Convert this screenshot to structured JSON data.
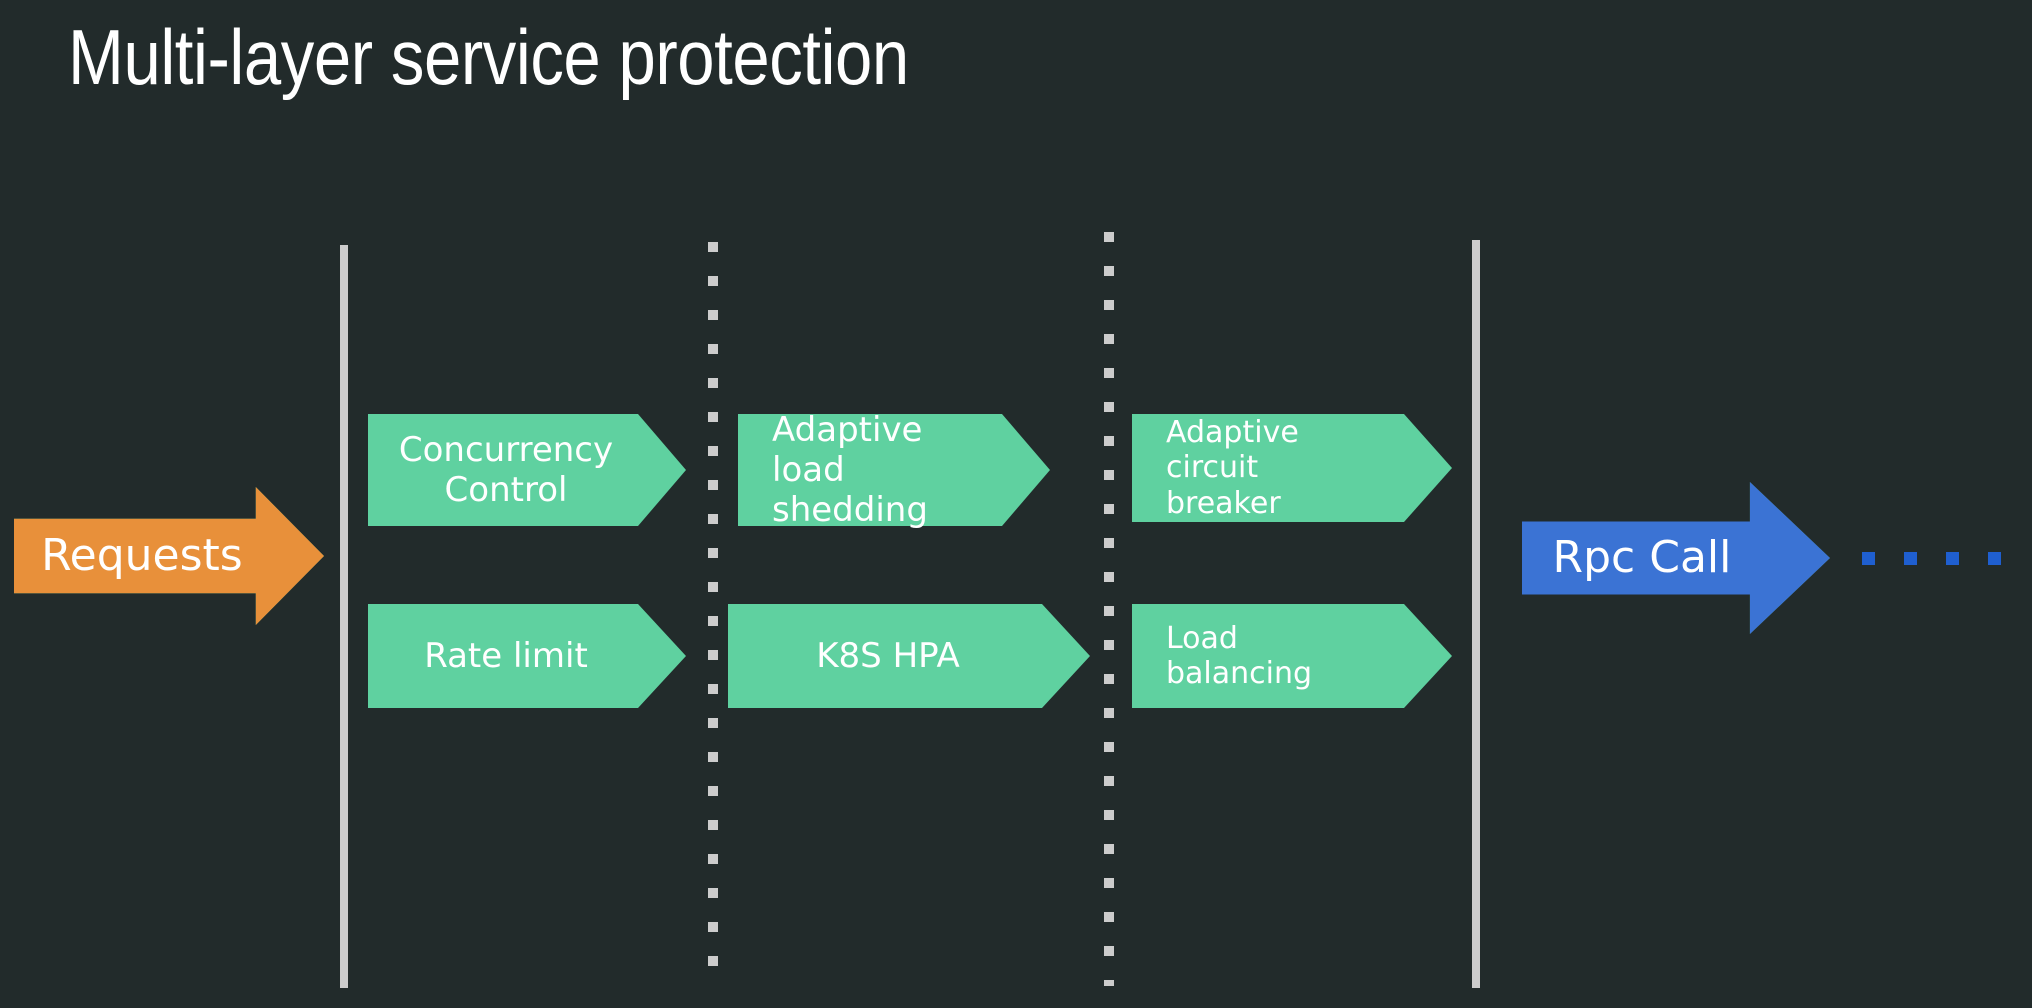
{
  "title": "Multi-layer service protection",
  "colors": {
    "background": "#222b2b",
    "stage_green": "#5fd1a0",
    "request_orange": "#e8903a",
    "request_outline_green": "#4bb789",
    "rpc_blue": "#3b73d4",
    "rpc_outline_green": "#53a06e",
    "boundary_gray": "#cccccc",
    "dotted_gray": "#cccccc",
    "trailing_dot_blue": "#1f5fd0",
    "text_white": "#ffffff"
  },
  "entry": {
    "label": "Requests"
  },
  "exit": {
    "label": "Rpc Call",
    "trailing_dot_count": 4
  },
  "boundaries": [
    {
      "name": "left-boundary",
      "style": "solid"
    },
    {
      "name": "right-boundary",
      "style": "solid"
    }
  ],
  "separators": [
    {
      "name": "separator-1",
      "style": "dotted"
    },
    {
      "name": "separator-2",
      "style": "dotted"
    }
  ],
  "stages": [
    {
      "column": 1,
      "top": "Concurrency\nControl",
      "top_align": "center",
      "bottom": "Rate limit",
      "bottom_align": "center"
    },
    {
      "column": 2,
      "top": "Adaptive load\nshedding",
      "top_align": "left",
      "bottom": "K8S HPA",
      "bottom_align": "center"
    },
    {
      "column": 3,
      "top": "Adaptive circuit\nbreaker",
      "top_align": "left",
      "bottom": "Load balancing",
      "bottom_align": "left"
    }
  ],
  "chart_data": {
    "type": "diagram",
    "title": "Multi-layer service protection",
    "layout": "left-to-right pipeline with three protection layers",
    "nodes": [
      {
        "id": "requests",
        "label": "Requests",
        "shape": "arrow",
        "color": "#e8903a",
        "layer": "input"
      },
      {
        "id": "concurrency-control",
        "label": "Concurrency Control",
        "shape": "chevron",
        "color": "#5fd1a0",
        "layer": 1,
        "row": "top"
      },
      {
        "id": "rate-limit",
        "label": "Rate limit",
        "shape": "chevron",
        "color": "#5fd1a0",
        "layer": 1,
        "row": "bottom"
      },
      {
        "id": "adaptive-load-shedding",
        "label": "Adaptive load shedding",
        "shape": "chevron",
        "color": "#5fd1a0",
        "layer": 2,
        "row": "top"
      },
      {
        "id": "k8s-hpa",
        "label": "K8S HPA",
        "shape": "chevron",
        "color": "#5fd1a0",
        "layer": 2,
        "row": "bottom"
      },
      {
        "id": "adaptive-circuit-breaker",
        "label": "Adaptive circuit breaker",
        "shape": "chevron",
        "color": "#5fd1a0",
        "layer": 3,
        "row": "top"
      },
      {
        "id": "load-balancing",
        "label": "Load balancing",
        "shape": "chevron",
        "color": "#5fd1a0",
        "layer": 3,
        "row": "bottom"
      },
      {
        "id": "rpc-call",
        "label": "Rpc Call",
        "shape": "arrow",
        "color": "#3b73d4",
        "layer": "output"
      }
    ],
    "dividers": [
      {
        "after_layer": 0,
        "style": "solid"
      },
      {
        "after_layer": 1,
        "style": "dotted"
      },
      {
        "after_layer": 2,
        "style": "dotted"
      },
      {
        "after_layer": 3,
        "style": "solid"
      }
    ]
  }
}
